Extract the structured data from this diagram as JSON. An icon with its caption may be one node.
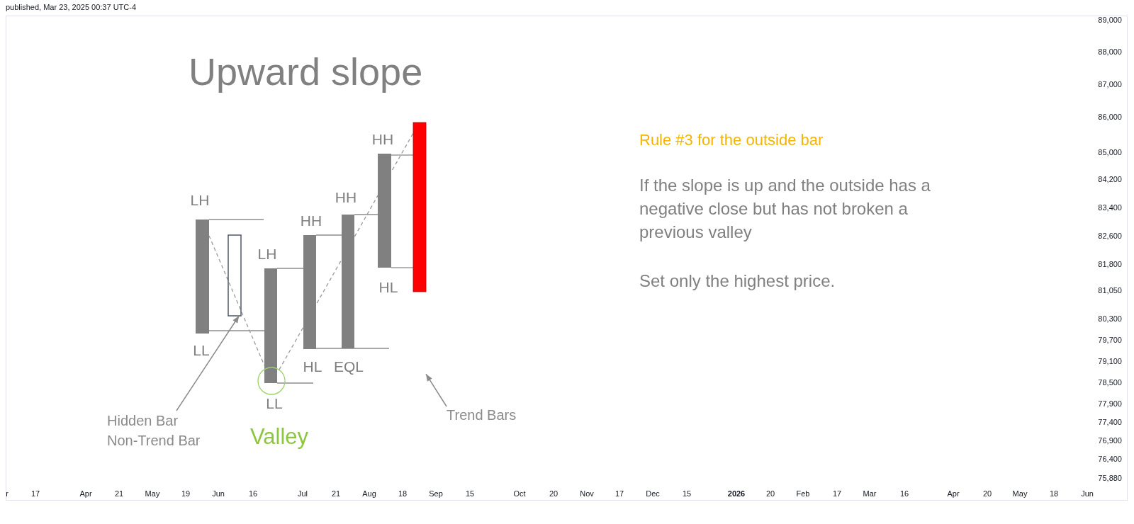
{
  "diagram": {
    "title": "Upward slope",
    "nodes": [
      {
        "text": [],
        "shape": "picture"
      },
      {
        "text": [],
        "shape": "bar",
        "in": 0
      },
      {
        "text": [
          "Hidden Bar Non-Trend Bar"
        ]
      },
      {
        "text": [
          "Trend Bars"
        ]
      }
    ],
    "edges": [
      {
        "from": 2,
        "to": 1,
        "arrow": "to"
      },
      {
        "from": 3,
        "to": 0,
        "arrow": "to"
      }
    ],
    "labels": [
      "published, Mar 23, 2025 00:37 UTC-4",
      "LH",
      "LL",
      "LH",
      "LL",
      "HH",
      "HL",
      "HH",
      "EQL",
      "HH",
      "HL",
      "Valley",
      "Rule #3 for the outside bar",
      "If the slope is up and the outside has a negative close but has not broken a previous valley",
      "Set only the highest price.",
      "89,000",
      "88,000",
      "87,000",
      "86,000",
      "85,000",
      "84,200",
      "83,400",
      "82,600",
      "81,800",
      "81,050",
      "80,300",
      "79,700",
      "79,100",
      "78,500",
      "77,900",
      "77,400",
      "76,900",
      "76,400",
      "75,880",
      "r",
      "17",
      "Apr",
      "21",
      "May",
      "19",
      "Jun",
      "16",
      "Jul",
      "21",
      "Aug",
      "18",
      "Sep",
      "15",
      "Oct",
      "20",
      "Nov",
      "17",
      "Dec",
      "15",
      "2026",
      "20",
      "Feb",
      "17",
      "Mar",
      "16",
      "Apr",
      "20",
      "May",
      "18",
      "Jun"
    ]
  }
}
